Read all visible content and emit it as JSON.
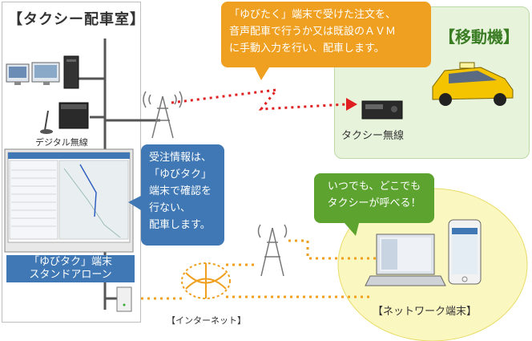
{
  "taxi_room": {
    "title": "【タクシー配車室】",
    "digital_radio_label": "デジタル無線"
  },
  "terminal": {
    "line1": "「ゆびタク」端末",
    "line2": "スタンドアローン"
  },
  "mobile": {
    "title": "【移動機】",
    "taxi_radio_label": "タクシー無線"
  },
  "callouts": {
    "orange": [
      "「ゆびたく」端末で受けた注文を、",
      "音声配車で行うか又は既設のＡＶＭ",
      "に手動入力を行い、配車します。"
    ],
    "blue": [
      "受注情報は、",
      "「ゆびタク」",
      "端末で確認を",
      "行ない、",
      "配車します。"
    ],
    "green": [
      "いつでも、どこでも",
      "タクシーが呼べる！"
    ]
  },
  "internet_label": "【インターネット】",
  "network_terminal_label": "【ネットワーク端末】",
  "colors": {
    "orange": "#f0a020",
    "blue": "#3f78b5",
    "green": "#5da32f",
    "red_link": "#e02020",
    "orange_link": "#f0a020"
  }
}
